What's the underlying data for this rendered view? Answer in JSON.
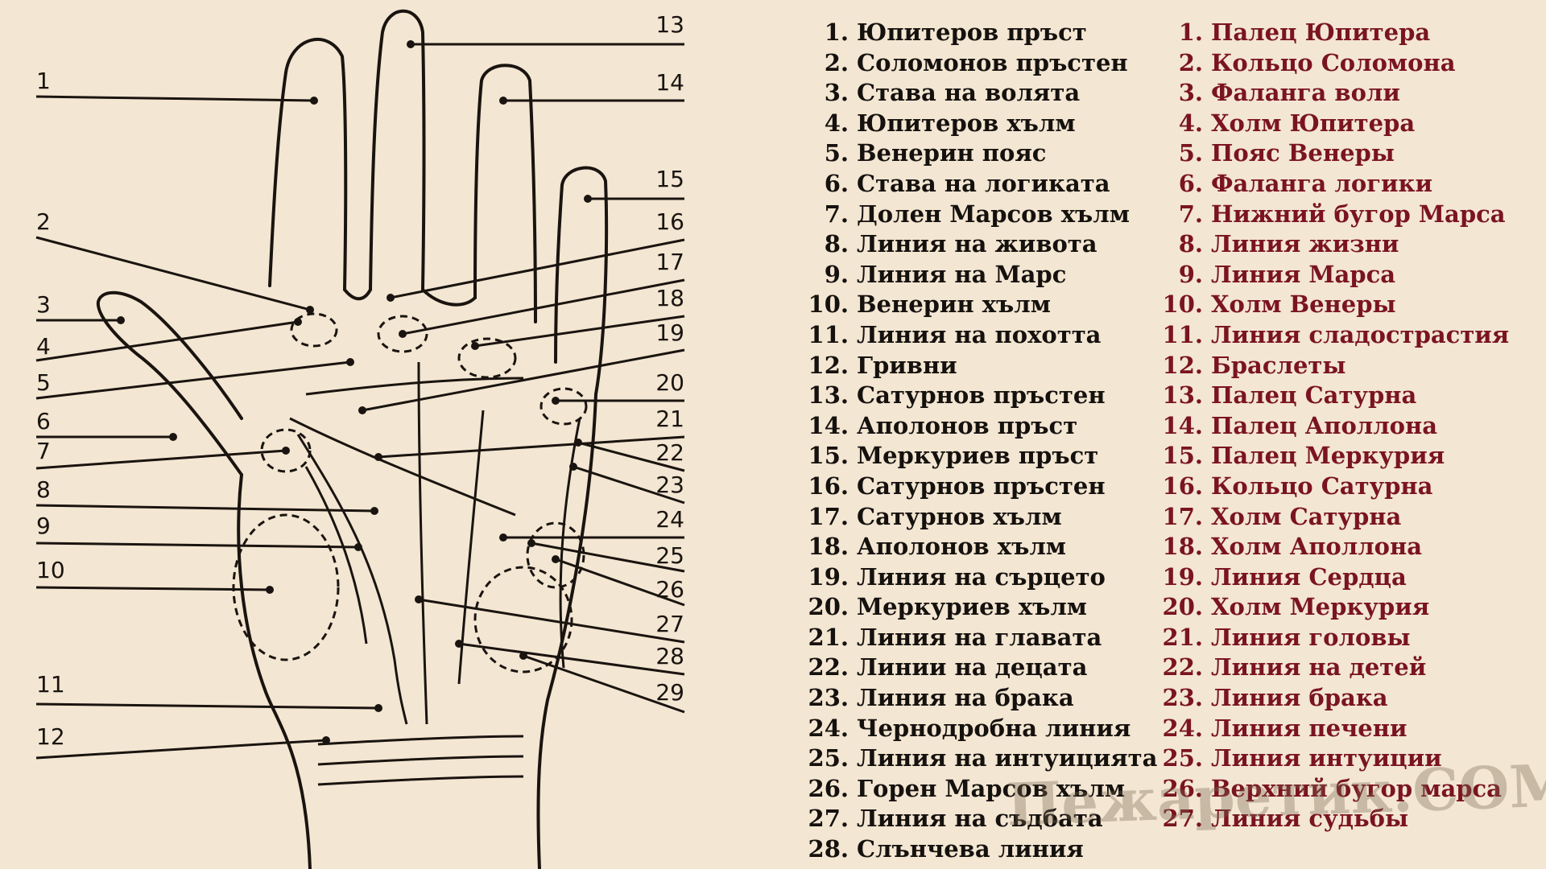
{
  "callout_numbers": [
    "1",
    "2",
    "3",
    "4",
    "5",
    "6",
    "7",
    "8",
    "9",
    "10",
    "11",
    "12",
    "13",
    "14",
    "15",
    "16",
    "17",
    "18",
    "19",
    "20",
    "21",
    "22",
    "23",
    "24",
    "25",
    "26",
    "27",
    "28",
    "29"
  ],
  "legend_bg": [
    {
      "n": "1.",
      "t": "Юпитеров пръст"
    },
    {
      "n": "2.",
      "t": "Соломонов пръстен"
    },
    {
      "n": "3.",
      "t": "Става на волята"
    },
    {
      "n": "4.",
      "t": "Юпитеров хълм"
    },
    {
      "n": "5.",
      "t": "Венерин пояс"
    },
    {
      "n": "6.",
      "t": "Става на логиката"
    },
    {
      "n": "7.",
      "t": "Долен Марсов хълм"
    },
    {
      "n": "8.",
      "t": "Линия на живота"
    },
    {
      "n": "9.",
      "t": "Линия на Марс"
    },
    {
      "n": "10.",
      "t": "Венерин хълм"
    },
    {
      "n": "11.",
      "t": "Линия на похотта"
    },
    {
      "n": "12.",
      "t": "Гривни"
    },
    {
      "n": "13.",
      "t": "Сатурнов пръстен"
    },
    {
      "n": "14.",
      "t": "Аполонов пръст"
    },
    {
      "n": "15.",
      "t": "Меркуриев пръст"
    },
    {
      "n": "16.",
      "t": "Сатурнов пръстен"
    },
    {
      "n": "17.",
      "t": "Сатурнов хълм"
    },
    {
      "n": "18.",
      "t": "Аполонов хълм"
    },
    {
      "n": "19.",
      "t": "Линия на сърцето"
    },
    {
      "n": "20.",
      "t": "Меркуриев хълм"
    },
    {
      "n": "21.",
      "t": "Линия на главата"
    },
    {
      "n": "22.",
      "t": "Линии на децата"
    },
    {
      "n": "23.",
      "t": "Линия на брака"
    },
    {
      "n": "24.",
      "t": "Чернодробна линия"
    },
    {
      "n": "25.",
      "t": "Линия на интуицията"
    },
    {
      "n": "26.",
      "t": "Горен Марсов хълм"
    },
    {
      "n": "27.",
      "t": "Линия на съдбата"
    },
    {
      "n": "28.",
      "t": "Слънчева линия"
    }
  ],
  "legend_ru": [
    {
      "n": "1.",
      "t": "Палец Юпитера"
    },
    {
      "n": "2.",
      "t": "Кольцо Соломона"
    },
    {
      "n": "3.",
      "t": "Фаланга воли"
    },
    {
      "n": "4.",
      "t": "Холм Юпитера"
    },
    {
      "n": "5.",
      "t": "Пояс Венеры"
    },
    {
      "n": "6.",
      "t": "Фаланга логики"
    },
    {
      "n": "7.",
      "t": "Нижний бугор Марса"
    },
    {
      "n": "8.",
      "t": "Линия жизни"
    },
    {
      "n": "9.",
      "t": "Линия Марса"
    },
    {
      "n": "10.",
      "t": "Холм Венеры"
    },
    {
      "n": "11.",
      "t": "Линия сладострастия"
    },
    {
      "n": "12.",
      "t": "Браслеты"
    },
    {
      "n": "13.",
      "t": "Палец Сатурна"
    },
    {
      "n": "14.",
      "t": "Палец Аполлона"
    },
    {
      "n": "15.",
      "t": "Палец Меркурия"
    },
    {
      "n": "16.",
      "t": "Кольцо Сатурна"
    },
    {
      "n": "17.",
      "t": "Холм Сатурна"
    },
    {
      "n": "18.",
      "t": "Холм Аполлона"
    },
    {
      "n": "19.",
      "t": "Линия Сердца"
    },
    {
      "n": "20.",
      "t": "Холм Меркурия"
    },
    {
      "n": "21.",
      "t": "Линия головы"
    },
    {
      "n": "22.",
      "t": "Линия  на детей"
    },
    {
      "n": "23.",
      "t": "Линия брака"
    },
    {
      "n": "24.",
      "t": "Линия печени"
    },
    {
      "n": "25.",
      "t": "Линия интуиции"
    },
    {
      "n": "26.",
      "t": "Верхний бугор марса"
    },
    {
      "n": "27.",
      "t": "Линия судьбы"
    }
  ],
  "watermark": "Пежаретик.СОМ",
  "colors": {
    "background": "#f3e6d2",
    "ink": "#1a1410",
    "russian_text": "#7a1420"
  }
}
